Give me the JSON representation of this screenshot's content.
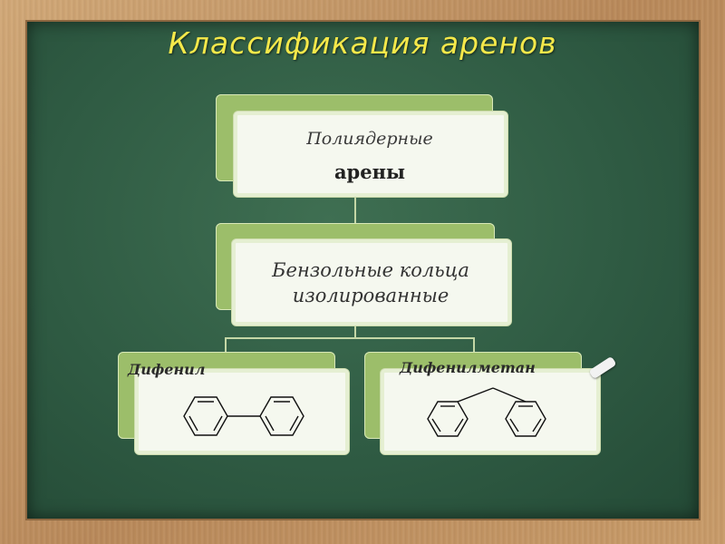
{
  "title": "Классификация аренов",
  "root": {
    "line1": "Полиядерные",
    "line2": "арены"
  },
  "middle": {
    "line1": "Бензольные кольца",
    "line2": "изолированные"
  },
  "leaves": [
    {
      "label": "Дифенил",
      "structure_icon": "biphenyl-structure"
    },
    {
      "label": "Дифенилметан",
      "structure_icon": "diphenylmethane-structure"
    }
  ]
}
